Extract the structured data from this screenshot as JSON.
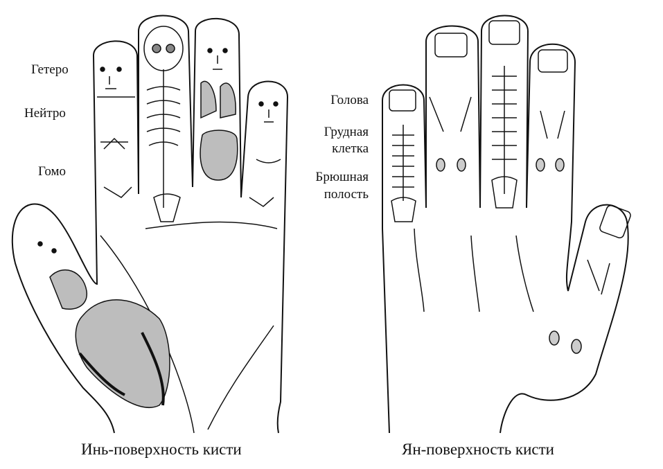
{
  "left_labels": {
    "hetero": "Гетеро",
    "neutro": "Нейтро",
    "homo": "Гомо"
  },
  "right_labels": {
    "head": "Голова",
    "chest_1": "Грудная",
    "chest_2": "клетка",
    "abdomen_1": "Брюшная",
    "abdomen_2": "полость"
  },
  "captions": {
    "yin": "Инь-поверхность кисти",
    "yang": "Ян-поверхность кисти"
  },
  "colors": {
    "outline": "#111111",
    "organ_fill": "#bdbdbd"
  }
}
